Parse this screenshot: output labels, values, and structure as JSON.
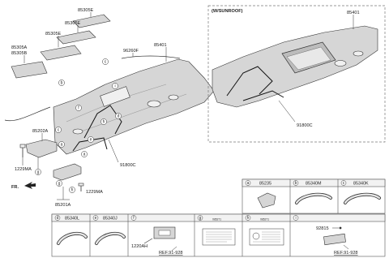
{
  "labels": {
    "p85305E_top": "85305E",
    "p85305E_mid": "85305E",
    "p85305E_low": "85305E",
    "p85305A": "85305A",
    "p85305B": "85305B",
    "p96260F": "96260F",
    "p85401_main": "85401",
    "p85401_sunroof": "85401",
    "p85202A": "85202A",
    "p1229MA_left": "1229MA",
    "p1229MA_mid": "1229MA",
    "p85201A": "85201A",
    "p91800C_main": "91800C",
    "p91800C_sunroof": "91800C",
    "sunroof_title": "(W/SUNROOF)",
    "fr": "FR."
  },
  "callouts": [
    "a",
    "b",
    "c",
    "d",
    "e",
    "f",
    "g",
    "h",
    "i"
  ],
  "table": {
    "row1": [
      {
        "letter": "a",
        "part": "85235"
      },
      {
        "letter": "b",
        "part": "85340M"
      },
      {
        "letter": "c",
        "part": "85340K"
      }
    ],
    "row2": [
      {
        "letter": "d",
        "part": "85340L"
      },
      {
        "letter": "e",
        "part": "85340J"
      },
      {
        "letter": "f",
        "part": ""
      },
      {
        "letter": "g",
        "part": "",
        "sub": "X85271"
      },
      {
        "letter": "h",
        "part": "",
        "sub": "X85271"
      },
      {
        "letter": "i",
        "part": ""
      }
    ],
    "f_part": "1220AH",
    "f_ref": "REF.91-928",
    "i_part": "92815",
    "i_ref": "REF.91-928"
  }
}
